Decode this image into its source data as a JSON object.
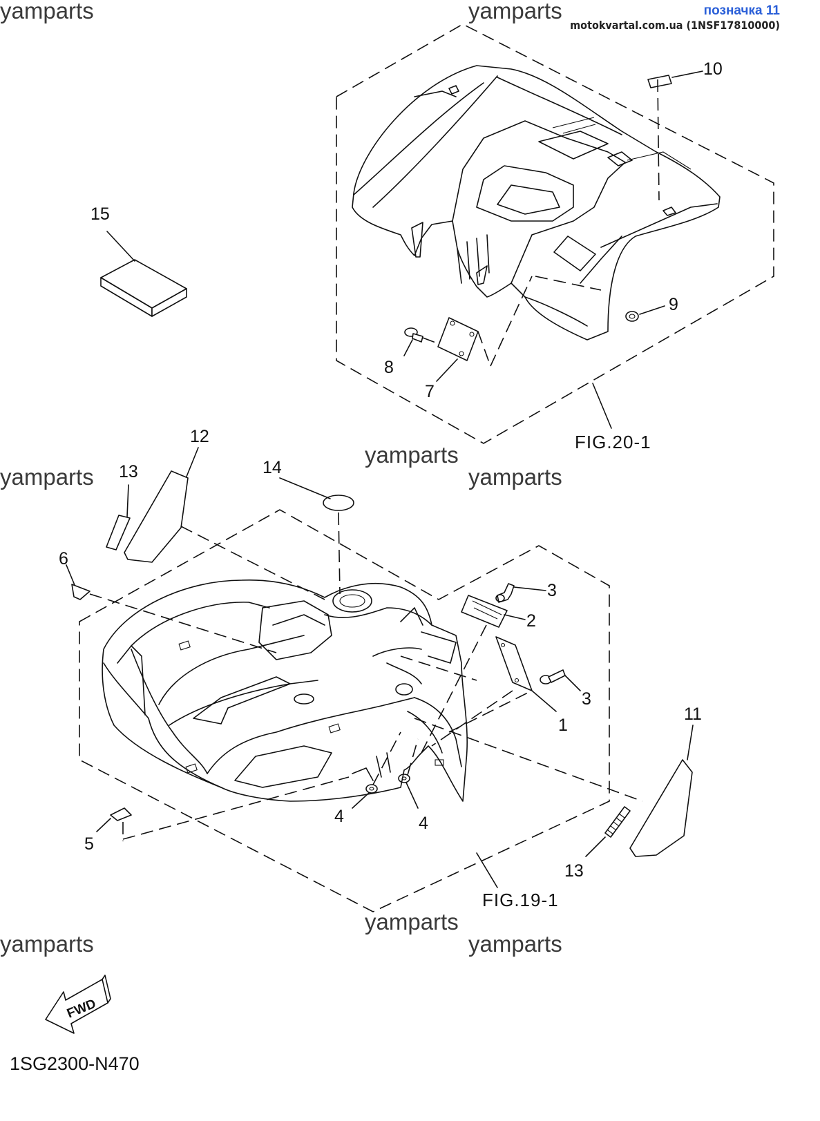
{
  "header": {
    "mark": "позначка 11",
    "site": "motokvartal.com.ua (1NSF17810000)"
  },
  "watermark": "yamparts",
  "drawing_code": "1SG2300-N470",
  "fig_refs": {
    "rear": "FIG.20-1",
    "front": "FIG.19-1"
  },
  "fwd_arrow": "FWD",
  "callouts": {
    "c1": "1",
    "c2": "2",
    "c3a": "3",
    "c3b": "3",
    "c4a": "4",
    "c4b": "4",
    "c5": "5",
    "c6": "6",
    "c7": "7",
    "c8": "8",
    "c9": "9",
    "c10": "10",
    "c11": "11",
    "c12": "12",
    "c13a": "13",
    "c13b": "13",
    "c14": "14",
    "c15": "15"
  }
}
